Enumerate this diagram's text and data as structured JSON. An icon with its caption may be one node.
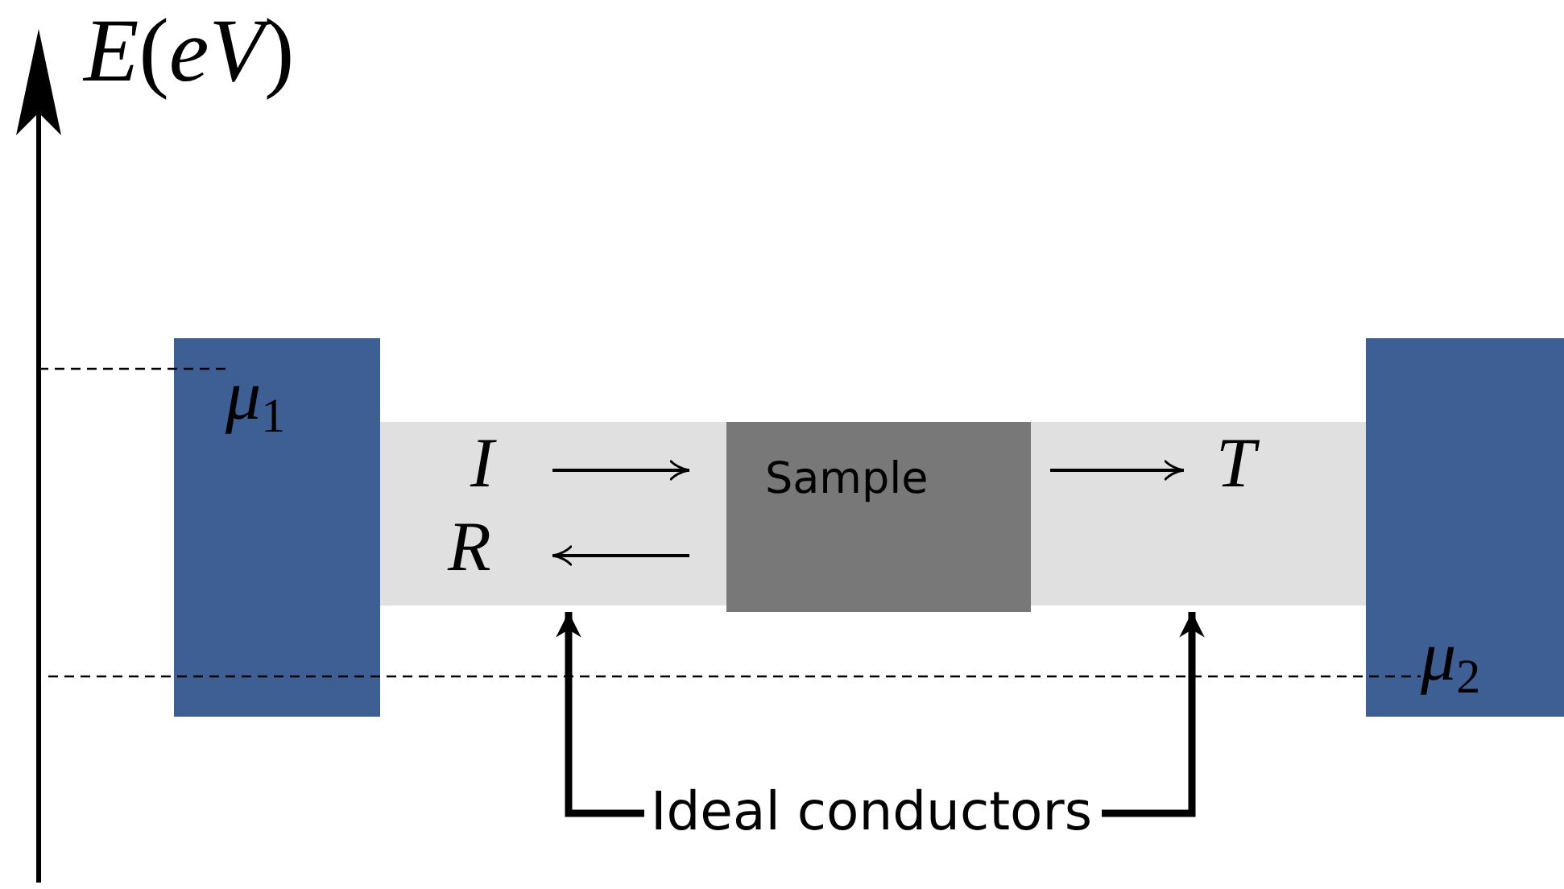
{
  "diagram": {
    "nodes": [
      {
        "text": [
          "*μ*$_{1}$"
        ]
      },
      {
        "text": [],
        "shape": "box"
      },
      {
        "text": [
          "Sample"
        ]
      },
      {
        "text": [],
        "shape": "box"
      },
      {
        "text": [
          "*μ*$_{2}$"
        ]
      },
      {
        "text": [
          "Ideal conductors"
        ]
      }
    ],
    "edges": [
      {
        "from": 5,
        "to": 1,
        "arrow": "to"
      },
      {
        "from": 5,
        "to": 3,
        "arrow": "to"
      }
    ],
    "labels": [
      "*E*(*eV*)",
      "I",
      "R",
      "T"
    ]
  }
}
